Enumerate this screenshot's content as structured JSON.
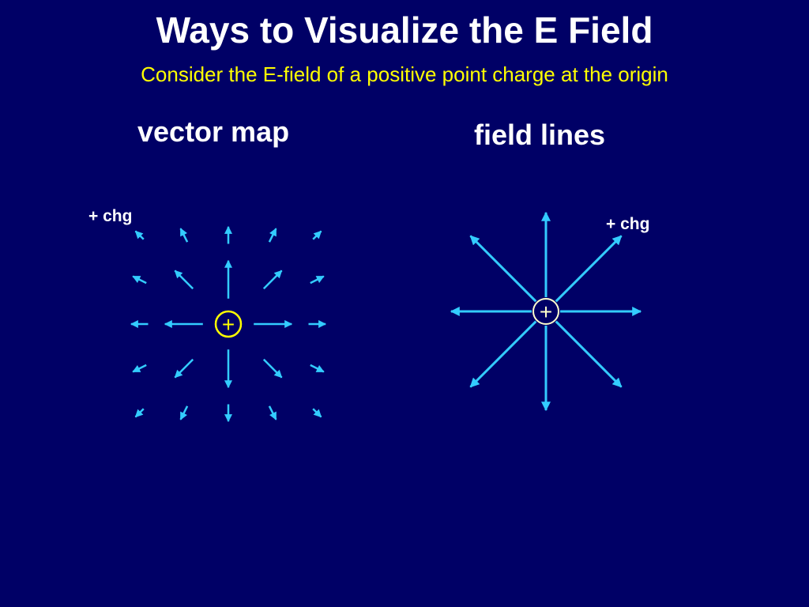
{
  "slide": {
    "title": "Ways to Visualize the E Field",
    "subtitle": "Consider the E-field of a positive point charge at the origin"
  },
  "vector_map": {
    "heading": "vector map",
    "charge_label": "+ chg",
    "charge_symbol": "+"
  },
  "field_lines": {
    "heading": "field lines",
    "charge_label": "+ chg",
    "charge_symbol": "+"
  },
  "colors": {
    "background": "#000066",
    "title": "#ffffff",
    "subtitle": "#ffff00",
    "arrow": "#33ccff",
    "charge_ring": "#ffff00",
    "charge_ring_right": "#ffffcc"
  }
}
